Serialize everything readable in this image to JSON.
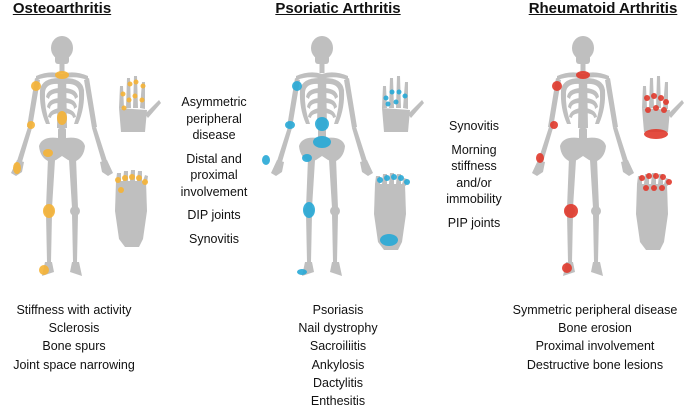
{
  "panels": [
    {
      "title": "Osteoarthritis",
      "accent": "#f5b335",
      "features": [
        "Stiffness with activity",
        "Sclerosis",
        "Bone spurs",
        "Joint space narrowing"
      ]
    },
    {
      "title": "Psoriatic Arthritis",
      "accent": "#27a9d6",
      "features": [
        "Psoriasis",
        "Nail dystrophy",
        "Sacroiliitis",
        "Ankylosis",
        "Dactylitis",
        "Enthesitis"
      ]
    },
    {
      "title": "Rheumatoid Arthritis",
      "accent": "#e0392b",
      "features": [
        "Symmetric peripheral disease",
        "Bone erosion",
        "Proximal involvement",
        "Destructive bone lesions"
      ]
    }
  ],
  "shared_left": [
    "Asymmetric peripheral disease",
    "Distal and proximal involvement",
    "DIP joints",
    "Synovitis"
  ],
  "shared_right": [
    "Synovitis",
    "Morning stiffness and/or immobility",
    "PIP joints"
  ],
  "bone_color": "#bfbfbf"
}
